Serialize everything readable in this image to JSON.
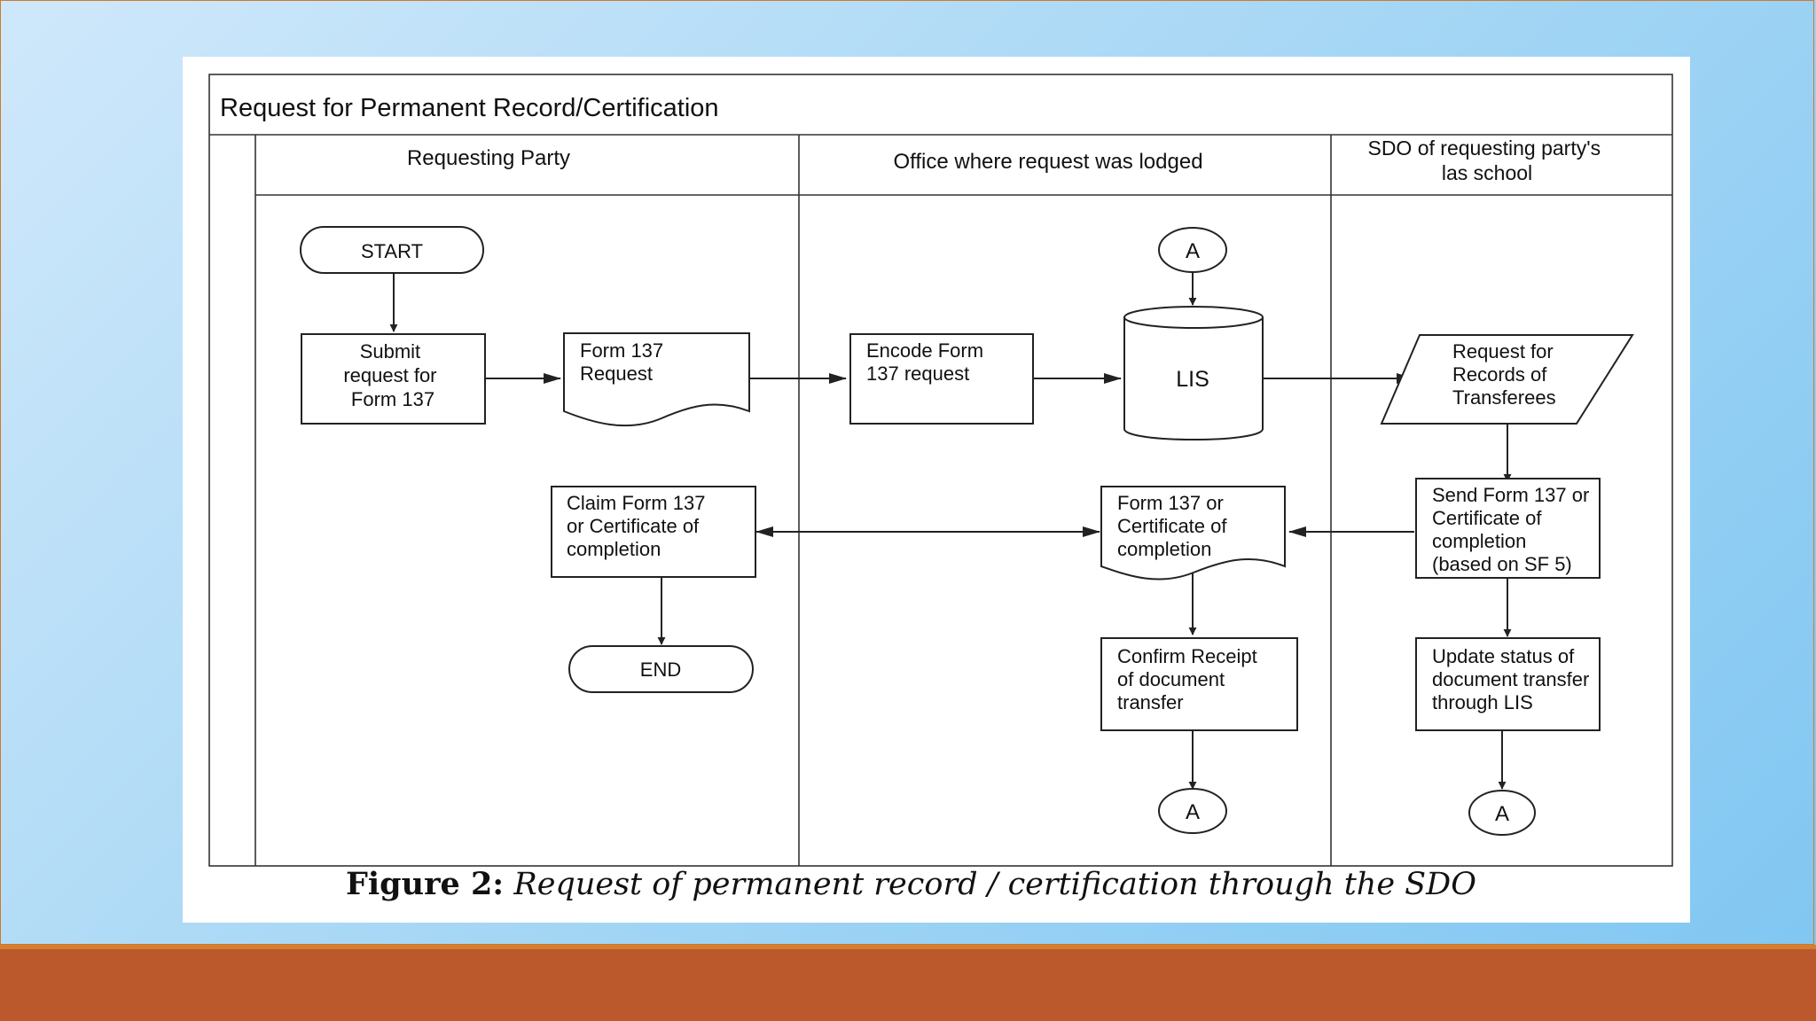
{
  "diagram": {
    "title": "Request for Permanent Record/Certification",
    "lanes": {
      "requesting_party": "Requesting Party",
      "office": "Office where request was lodged",
      "sdo_line1": "SDO of requesting party's",
      "sdo_line2": "las school"
    },
    "nodes": {
      "start": "START",
      "submit": [
        "Submit",
        "request for",
        "Form 137"
      ],
      "form137_request": [
        "Form 137",
        "Request"
      ],
      "encode": [
        "Encode Form",
        "137 request"
      ],
      "lis": "LIS",
      "request_records": [
        "Request for",
        "Records of",
        "Transferees"
      ],
      "send_form": [
        "Send Form 137 or",
        "Certificate of",
        "completion",
        "(based on SF 5)"
      ],
      "form137_cert": [
        "Form 137 or",
        "Certificate of",
        "completion"
      ],
      "claim": [
        "Claim Form 137",
        "or Certificate of",
        "completion"
      ],
      "end": "END",
      "confirm": [
        "Confirm Receipt",
        "of document",
        "transfer"
      ],
      "update": [
        "Update status of",
        "document transfer",
        "through LIS"
      ],
      "connector_top": "A",
      "connector_office": "A",
      "connector_sdo": "A"
    }
  },
  "caption": {
    "lead": "Figure 2:",
    "text": " Request of permanent record / certification through the SDO"
  },
  "colors": {
    "background": "#a9d8f5",
    "band": "#bb582c",
    "band_accent": "#d47f32"
  }
}
